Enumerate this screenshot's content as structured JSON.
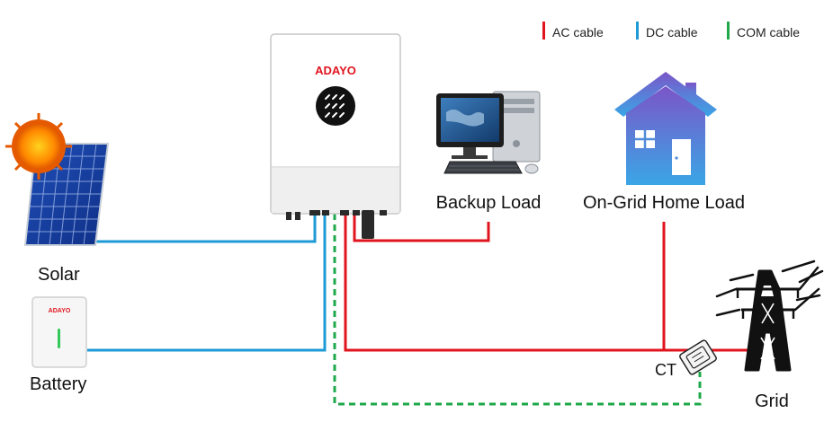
{
  "legend": {
    "items": [
      {
        "label": "AC cable",
        "color": "#e0141e"
      },
      {
        "label": "DC cable",
        "color": "#1e9ad6"
      },
      {
        "label": "COM cable",
        "color": "#1ea84a"
      }
    ]
  },
  "inverter": {
    "brand": "ADAYO"
  },
  "battery": {
    "brand": "ADAYO",
    "label": "Battery"
  },
  "solar": {
    "label": "Solar"
  },
  "backup_load": {
    "label": "Backup Load"
  },
  "home_load": {
    "label": "On-Grid Home Load"
  },
  "ct": {
    "label": "CT"
  },
  "grid": {
    "label": "Grid"
  },
  "colors": {
    "ac": "#e0141e",
    "dc": "#1e9ad6",
    "com": "#1ea84a",
    "brand": "#e0141e",
    "house_top": "#7b55c8",
    "house_bottom": "#3aa6e6"
  }
}
